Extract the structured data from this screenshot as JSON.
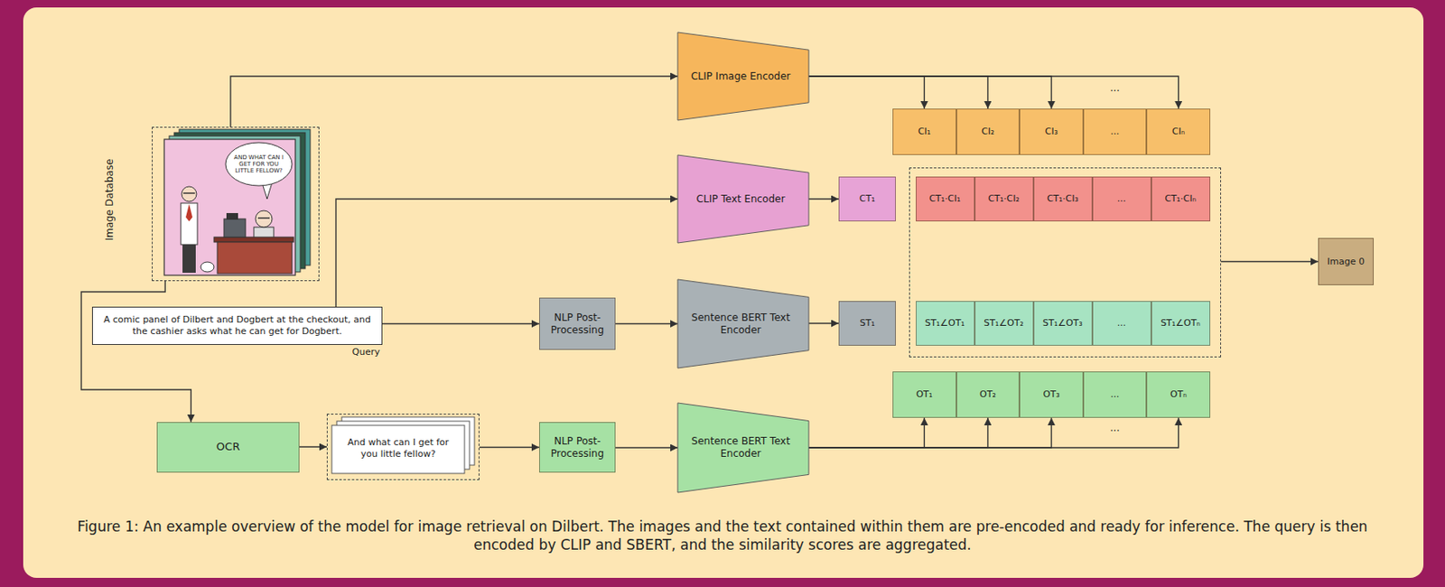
{
  "diagram": {
    "caption": "Figure 1: An example overview of the model for image retrieval on Dilbert. The images and the text contained within them are pre-encoded and ready for inference. The query is then encoded by CLIP and SBERT, and the similarity scores are aggregated.",
    "nodes": [
      {
        "text": [
          "Image Database"
        ]
      },
      {
        "text": [
          "CLIP Image Encoder"
        ]
      },
      {
        "text": [
          "CI₁"
        ]
      },
      {
        "text": [
          "CI₂"
        ]
      },
      {
        "text": [
          "CI₃"
        ]
      },
      {
        "text": [
          "..."
        ]
      },
      {
        "text": [
          "CIₙ"
        ]
      },
      {
        "text": [
          "CLIP Text Encoder"
        ]
      },
      {
        "text": [
          "CT₁"
        ]
      },
      {
        "text": []
      },
      {
        "text": [
          "CT₁·CI₁"
        ],
        "in": 9
      },
      {
        "text": [
          "CT₁·CI₂"
        ],
        "in": 9
      },
      {
        "text": [
          "CT₁·CI₃"
        ],
        "in": 9
      },
      {
        "text": [
          "..."
        ],
        "in": 9
      },
      {
        "text": [
          "CT₁·CIₙ"
        ],
        "in": 9
      },
      {
        "text": [
          "ST₁∠OT₁"
        ],
        "in": 9
      },
      {
        "text": [
          "ST₁∠OT₂"
        ],
        "in": 9
      },
      {
        "text": [
          "ST₁∠OT₃"
        ],
        "in": 9
      },
      {
        "text": [
          "..."
        ],
        "in": 9
      },
      {
        "text": [
          "ST₁∠OTₙ"
        ],
        "in": 9
      },
      {
        "text": [
          "A comic panel of Dilbert and Dogbert at the checkout, and the cashier asks what he can get for Dogbert.",
          "Query"
        ]
      },
      {
        "text": [
          "NLP Post-Processing"
        ]
      },
      {
        "text": [
          "Sentence BERT Text Encoder"
        ]
      },
      {
        "text": [
          "ST₁"
        ]
      },
      {
        "text": [
          "OT₁"
        ]
      },
      {
        "text": [
          "OT₂"
        ]
      },
      {
        "text": [
          "OT₃"
        ]
      },
      {
        "text": [
          "..."
        ]
      },
      {
        "text": [
          "OTₙ"
        ]
      },
      {
        "text": [
          "OCR"
        ]
      },
      {
        "text": [
          "And what can I get for you little fellow?"
        ]
      },
      {
        "text": [
          "NLP Post-Processing"
        ]
      },
      {
        "text": [
          "Sentence BERT Text Encoder"
        ]
      },
      {
        "text": [
          "Image 0"
        ]
      }
    ],
    "edges": [
      {
        "from": 0,
        "to": 1,
        "arrow": "to"
      },
      {
        "from": 1,
        "to": 2,
        "arrow": "to"
      },
      {
        "from": 1,
        "to": 3,
        "arrow": "to"
      },
      {
        "from": 1,
        "to": 4,
        "arrow": "to"
      },
      {
        "from": 1,
        "to": 6,
        "arrow": "to"
      },
      {
        "from": 20,
        "to": 7,
        "arrow": "to"
      },
      {
        "from": 7,
        "to": 8,
        "arrow": "to"
      },
      {
        "from": 20,
        "to": 21,
        "arrow": "to"
      },
      {
        "from": 21,
        "to": 22,
        "arrow": "to"
      },
      {
        "from": 22,
        "to": 23,
        "arrow": "to"
      },
      {
        "from": 0,
        "to": 29,
        "arrow": "to"
      },
      {
        "from": 29,
        "to": 30,
        "arrow": "to"
      },
      {
        "from": 30,
        "to": 31,
        "arrow": "to"
      },
      {
        "from": 31,
        "to": 32,
        "arrow": "to"
      },
      {
        "from": 32,
        "to": 24,
        "arrow": "to"
      },
      {
        "from": 32,
        "to": 25,
        "arrow": "to"
      },
      {
        "from": 32,
        "to": 26,
        "arrow": "to"
      },
      {
        "from": 32,
        "to": 28,
        "arrow": "to"
      },
      {
        "from": 9,
        "to": 33,
        "arrow": "to"
      }
    ],
    "labels": [
      "AND WHAT CAN I GET FOR YOU LITTLE FELLOW?",
      "...",
      "..."
    ]
  }
}
